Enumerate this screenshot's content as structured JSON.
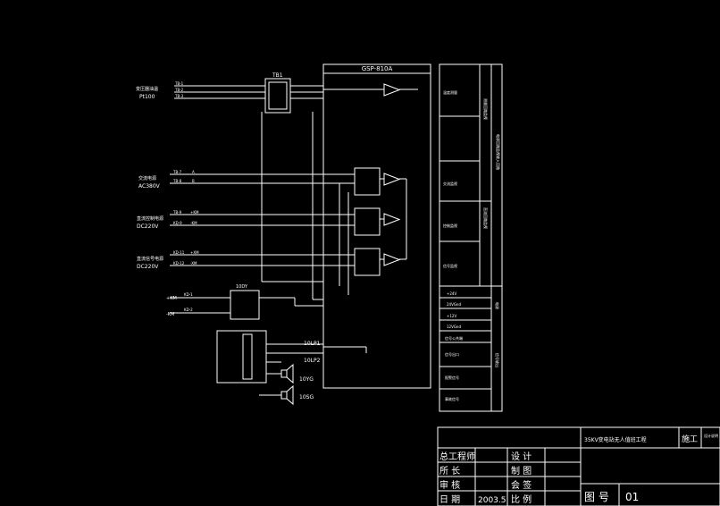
{
  "device_title": "GSP-810A",
  "terminal_block": "TB1",
  "relay_label": "10DY",
  "inputs": {
    "temp": {
      "label": "变压器油温",
      "type": "Pt100",
      "terms": [
        "TB-1",
        "TB-2",
        "TB-3"
      ]
    },
    "ac": {
      "label": "交流电源",
      "type": "AC380V",
      "terms": [
        "TB-7",
        "TB-8"
      ],
      "phases": [
        "A",
        "B"
      ]
    },
    "dc1": {
      "label": "直流控制电源",
      "type": "DC220V",
      "terms": [
        "TB-9",
        "KD-9"
      ],
      "pol": [
        "+KM",
        "-KM"
      ]
    },
    "dc2": {
      "label": "直流信号电源",
      "type": "DC220V",
      "terms": [
        "KD-11",
        "KD-12"
      ],
      "pol": [
        "+XM",
        "-XM"
      ]
    }
  },
  "power": {
    "pos": "+KM",
    "neg": "-KM",
    "terms": [
      "KD-1",
      "KD-2"
    ]
  },
  "outputs": {
    "lp1": "10LP1",
    "lp2": "10LP2",
    "alarm1": "10YG",
    "alarm2": "10SG"
  },
  "side_panel": {
    "rows": [
      "温度测量",
      "交流监视",
      "控制监视",
      "信号监视"
    ],
    "col1": "测量回路监视",
    "col2": "电源回路监视输入回路",
    "col3": "直流回路监视",
    "power_rows": [
      "+24V",
      "24VGnd",
      "+12V",
      "12VGnd"
    ],
    "power_tag": "电源",
    "bottom_rows": [
      "信号公共端",
      "信号出口",
      "报警信号",
      "事故信号"
    ],
    "bottom_tag": "信号输出"
  },
  "title_block": {
    "project": "35KV变电站无人值班工程",
    "stage": "施工",
    "doc_type": "设计说明",
    "r1": [
      "总工程师",
      "设 计"
    ],
    "r2": [
      "所 长",
      "制 图"
    ],
    "r3": [
      "审 核",
      "会 签"
    ],
    "r4": [
      "日 期",
      "2003.5",
      "比 例"
    ],
    "fig_label": "图 号",
    "fig_num": "01"
  }
}
